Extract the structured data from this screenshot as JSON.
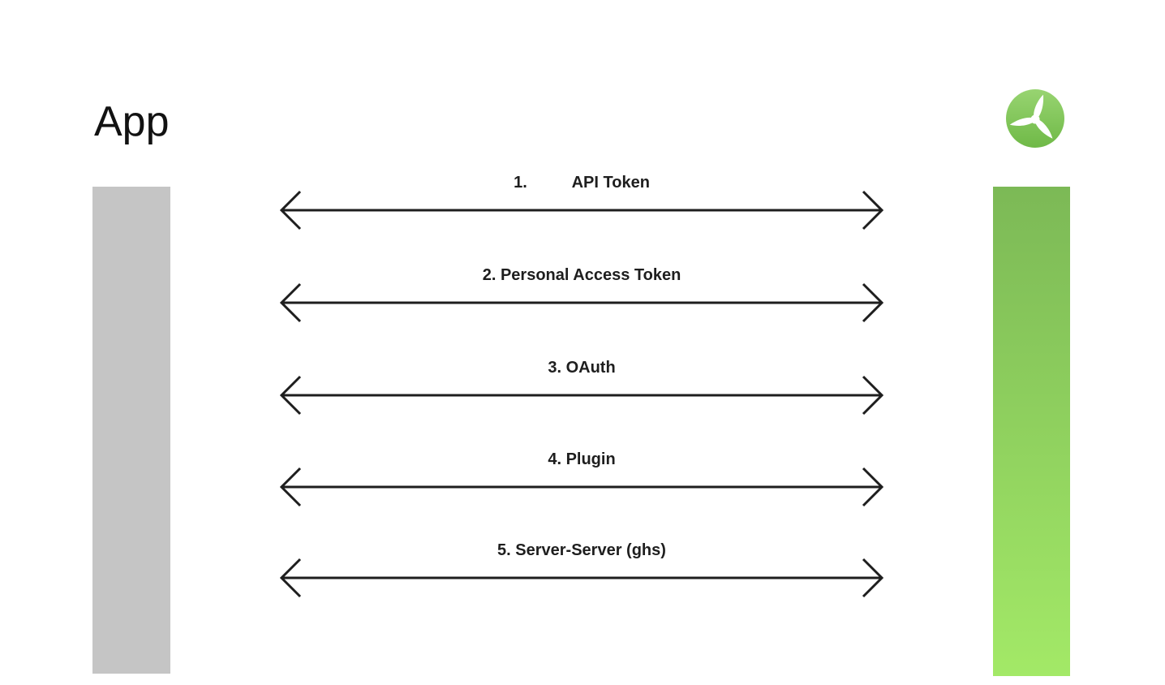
{
  "diagram": {
    "title": "App",
    "text_color": "#1E1E1E",
    "arrow_color": "#1E1E1E",
    "methods": [
      "1.          API Token",
      "2. Personal Access Token",
      "3. OAuth",
      "4. Plugin",
      "5. Server-Server (ghs)"
    ],
    "left_bar": {
      "color": "#C5C5C5"
    },
    "right_bar": {
      "gradient_top": "#7CB956",
      "gradient_bottom": "#A3E967"
    },
    "logo": {
      "name": "wind-turbine-logo",
      "gradient_top": "#98D471",
      "gradient_bottom": "#6FB947",
      "blade_color": "#FFFFFF"
    }
  }
}
